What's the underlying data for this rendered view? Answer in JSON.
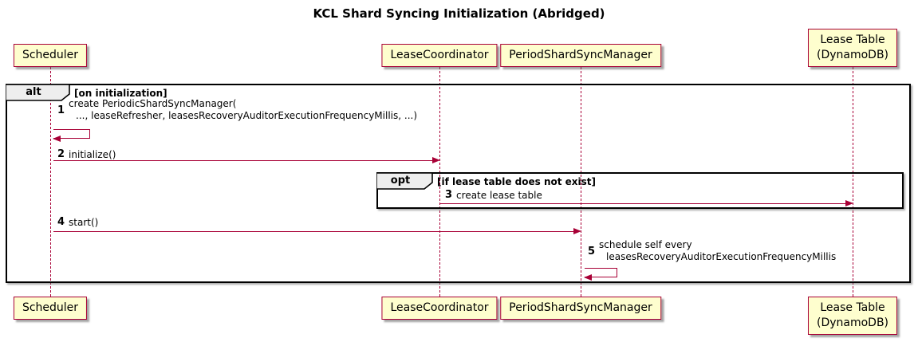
{
  "title": "KCL Shard Syncing Initialization (Abridged)",
  "participants": [
    {
      "label": "Scheduler"
    },
    {
      "label": "LeaseCoordinator"
    },
    {
      "label": "PeriodShardSyncManager"
    },
    {
      "label": "Lease Table\n(DynamoDB)"
    }
  ],
  "frames": {
    "alt": {
      "operator": "alt",
      "guard": "[on initialization]"
    },
    "opt": {
      "operator": "opt",
      "guard": "[if lease table does not exist]"
    }
  },
  "messages": [
    {
      "num": "1",
      "line1": "create PeriodicShardSyncManager(",
      "line2": "..., leaseRefresher, leasesRecoveryAuditorExecutionFrequencyMillis, ...)"
    },
    {
      "num": "2",
      "text": "initialize()"
    },
    {
      "num": "3",
      "text": "create lease table"
    },
    {
      "num": "4",
      "text": "start()"
    },
    {
      "num": "5",
      "line1": "schedule self every",
      "line2": "leasesRecoveryAuditorExecutionFrequencyMillis"
    }
  ],
  "colors": {
    "participant_fill": "#FEFECE",
    "participant_border": "#A80036",
    "line_color": "#A80036",
    "frame_border": "#000000",
    "operator_fill": "#EEEEEE"
  }
}
